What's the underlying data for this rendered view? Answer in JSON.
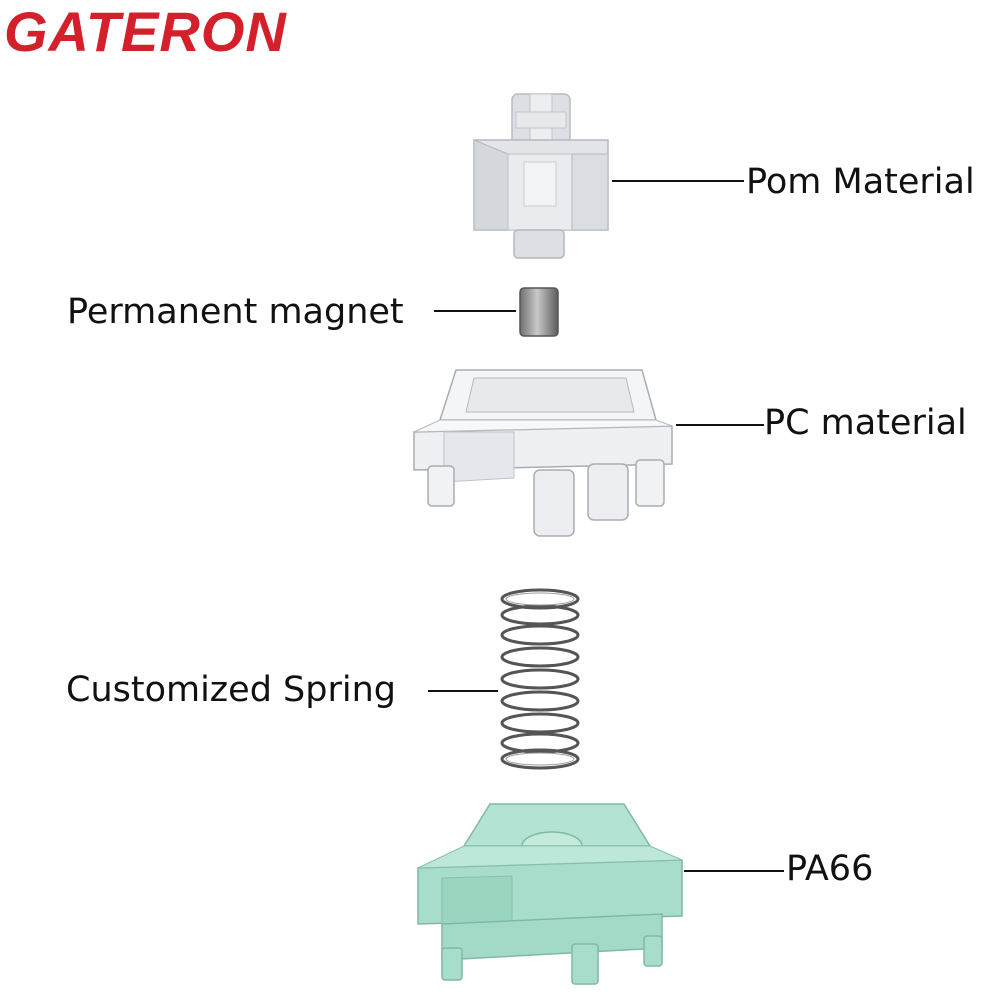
{
  "logo": {
    "text": "GATERON",
    "color": "#d4202a"
  },
  "parts": [
    {
      "id": "stem",
      "label": "Pom Material"
    },
    {
      "id": "magnet",
      "label": "Permanent magnet"
    },
    {
      "id": "housing",
      "label": "PC material"
    },
    {
      "id": "spring",
      "label": "Customized Spring"
    },
    {
      "id": "base",
      "label": "PA66"
    }
  ],
  "colors": {
    "stem": "#e3e5e8",
    "magnet": "#8f8f8f",
    "housing": "#eef0f3",
    "spring": "#5a5a5a",
    "base": "#a9ddcb"
  }
}
